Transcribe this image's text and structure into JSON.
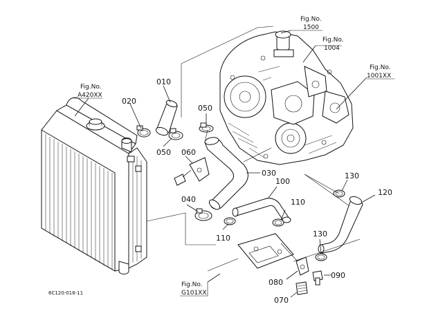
{
  "callouts": {
    "c010": "010",
    "c020": "020",
    "c030": "030",
    "c040": "040",
    "c050a": "050",
    "c050b": "050",
    "c060": "060",
    "c070": "070",
    "c080": "080",
    "c090": "090",
    "c100": "100",
    "c110a": "110",
    "c110b": "110",
    "c120": "120",
    "c130a": "130",
    "c130b": "130"
  },
  "figure_refs": {
    "fig1500": {
      "label": "Fig.No.",
      "number": "1500"
    },
    "fig1004": {
      "label": "Fig.No.",
      "number": "1004"
    },
    "fig1001": {
      "label": "Fig.No.",
      "number": "1001XX"
    },
    "figA420": {
      "label": "Fig.No.",
      "number": "A420XX"
    },
    "figG101": {
      "label": "Fig.No.",
      "number": "G101XX"
    }
  },
  "drawing_code": "6C120-018-11"
}
